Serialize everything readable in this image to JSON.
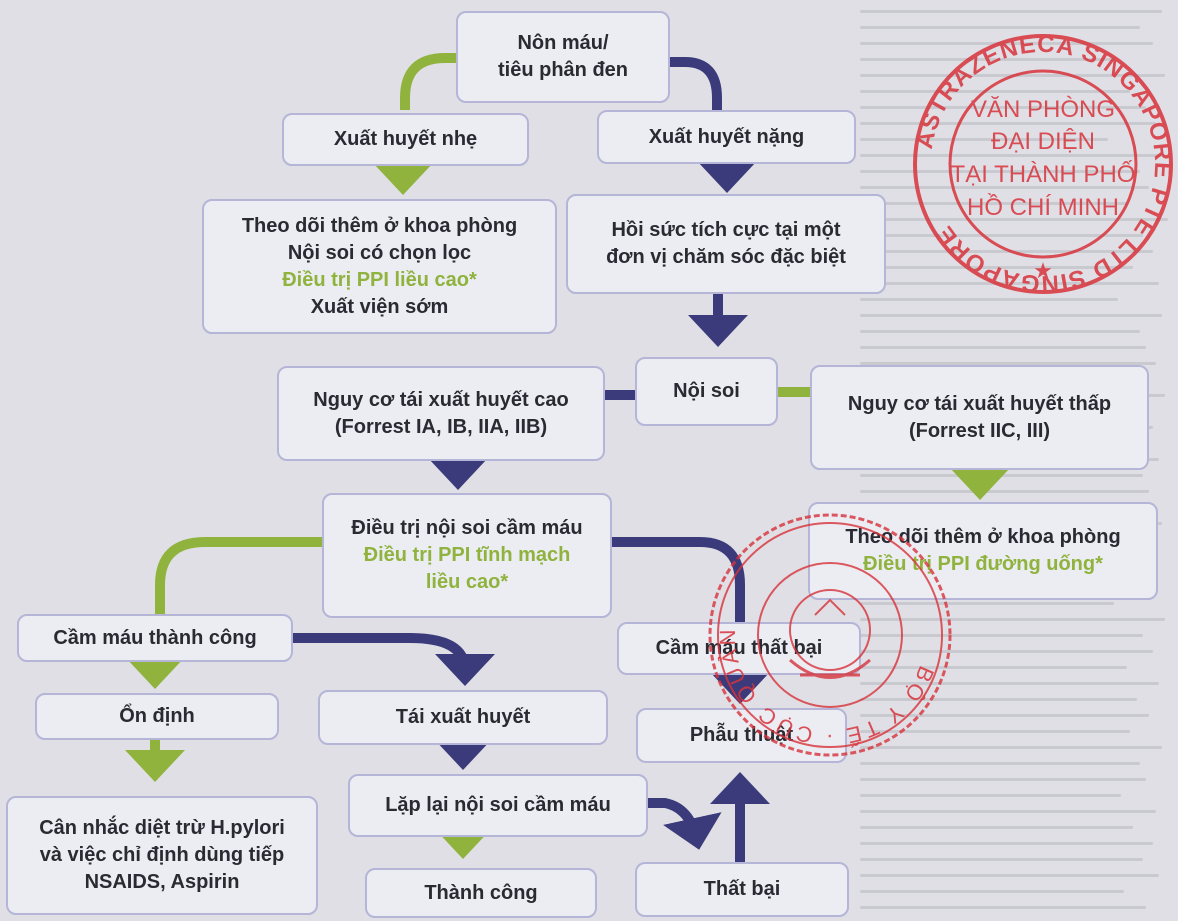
{
  "colors": {
    "green_arrow": "#8fb33d",
    "navy_arrow": "#3b3a7a",
    "box_border": "#b4b5d7",
    "stamp_red": "#d8333b"
  },
  "nodes": {
    "start": {
      "line1": "Nôn máu/",
      "line2": "tiêu phân đen"
    },
    "mild": {
      "line1": "Xuất huyết nhẹ"
    },
    "severe": {
      "line1": "Xuất huyết nặng"
    },
    "followup_mild": {
      "line1": "Theo dõi thêm ở khoa phòng",
      "line2": "Nội soi có chọn lọc",
      "line3_green": "Điều trị PPI liều cao*",
      "line4": "Xuất viện sớm"
    },
    "icu": {
      "line1": "Hồi sức tích cực tại một",
      "line2": "đơn vị chăm sóc đặc biệt"
    },
    "endoscopy": {
      "line1": "Nội soi"
    },
    "high_risk": {
      "line1": "Nguy cơ tái xuất huyết cao",
      "line2": "(Forrest IA, IB, IIA, IIB)"
    },
    "low_risk": {
      "line1": "Nguy cơ tái xuất huyết thấp",
      "line2": "(Forrest  IIC, III)"
    },
    "endo_treatment": {
      "line1": "Điều trị nội soi cầm máu",
      "line2_green": "Điều trị PPI tĩnh mạch",
      "line3_green": "liều cao*"
    },
    "followup_oral": {
      "line1": "Theo dõi thêm ở khoa phòng",
      "line2_green": "Điều trị PPI đường uống*"
    },
    "hemostasis_success": {
      "line1": "Cầm máu thành công"
    },
    "hemostasis_fail": {
      "line1": "Cầm máu thất bại"
    },
    "stable": {
      "line1": "Ổn định"
    },
    "rebleed": {
      "line1": "Tái xuất huyết"
    },
    "surgery": {
      "line1": "Phẫu thuật"
    },
    "consider": {
      "line1": "Cân nhắc diệt trừ H.pylori",
      "line2": "và việc chỉ định dùng tiếp",
      "line3": "NSAIDS, Aspirin"
    },
    "repeat_endo": {
      "line1": "Lặp lại nội soi cầm máu"
    },
    "success": {
      "line1": "Thành công"
    },
    "failure": {
      "line1": "Thất bại"
    }
  },
  "stamps": {
    "astrazeneca": {
      "lines": [
        "VĂN PHÒNG",
        "ĐẠI DIỆN",
        "TẠI THÀNH PHỐ",
        "HỒ CHÍ MINH"
      ],
      "ring_text": "ASTRAZENECA SINGAPORE PTE LTD SINGAPORE"
    },
    "ministry": {
      "ring_text": "BỘ Y TẾ · CỤC QUẢN LÝ DƯỢC"
    }
  }
}
